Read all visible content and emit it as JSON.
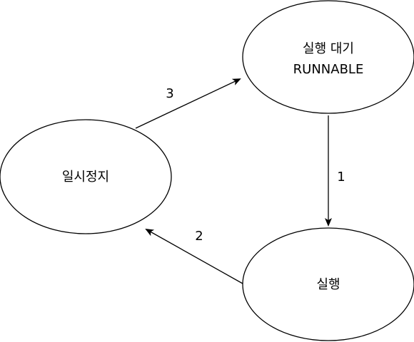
{
  "diagram": {
    "nodes": {
      "runnable": {
        "line1": "실행 대기",
        "line2": "RUNNABLE"
      },
      "paused": {
        "label": "일시정지"
      },
      "running": {
        "label": "실행"
      }
    },
    "edges": {
      "runnable_to_running": {
        "label": "1"
      },
      "running_to_paused": {
        "label": "2"
      },
      "paused_to_runnable": {
        "label": "3"
      }
    },
    "colors": {
      "stroke": "#000000",
      "fill": "#ffffff",
      "text": "#000000"
    }
  }
}
